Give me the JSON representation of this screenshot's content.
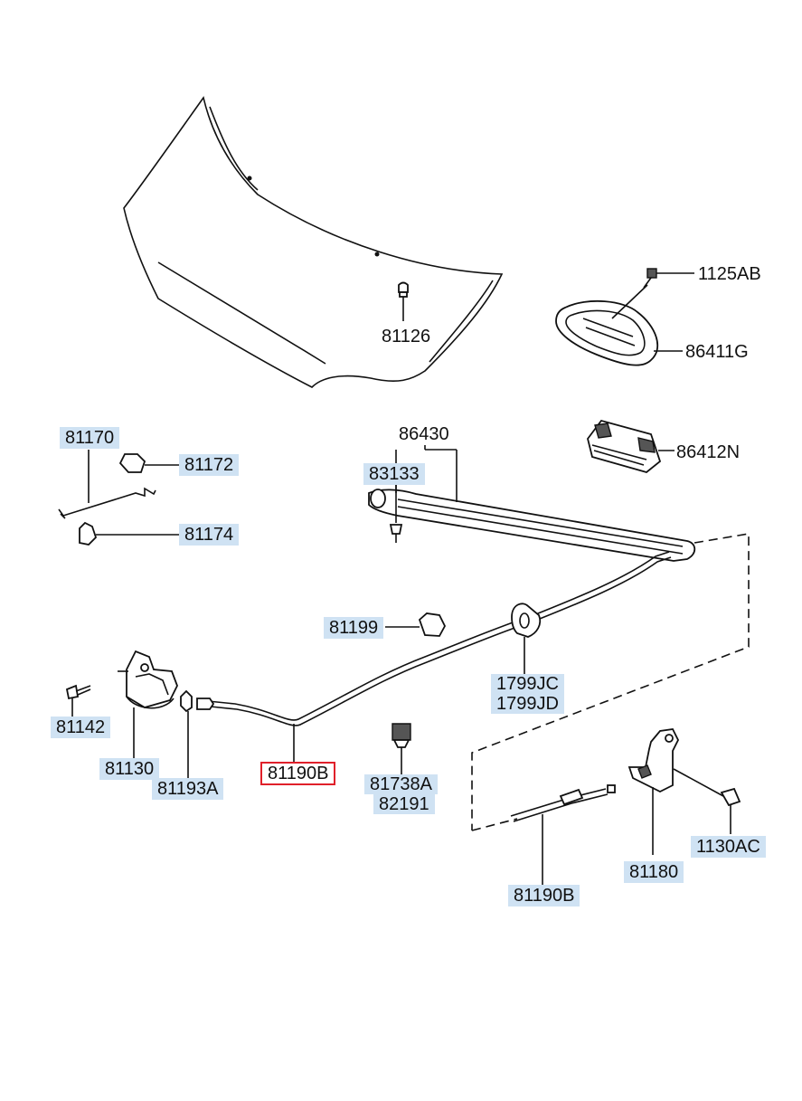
{
  "labels": {
    "p81126": "81126",
    "p1125AB": "1125AB",
    "p86411G": "86411G",
    "p81170": "81170",
    "p81172": "81172",
    "p81174": "81174",
    "p86430": "86430",
    "p83133": "83133",
    "p86412N": "86412N",
    "p81199": "81199",
    "p1799JC": "1799JC",
    "p1799JD": "1799JD",
    "p81142": "81142",
    "p81130": "81130",
    "p81193A": "81193A",
    "p81190B_selected": "81190B",
    "p81738A": "81738A",
    "p82191": "82191",
    "p1130AC": "1130AC",
    "p81180": "81180",
    "p81190B": "81190B"
  },
  "highlight_color": "#cfe2f3",
  "selected_color": "#e0202a",
  "icons": [
    "hood-panel",
    "bumper-stop",
    "bolt",
    "nozzle-garnish",
    "weatherstrip",
    "clip",
    "support-rod",
    "rod-holder",
    "rod-grommet",
    "latch",
    "release-cable",
    "grommet",
    "release-handle",
    "screw",
    "nozzle-insulator"
  ]
}
